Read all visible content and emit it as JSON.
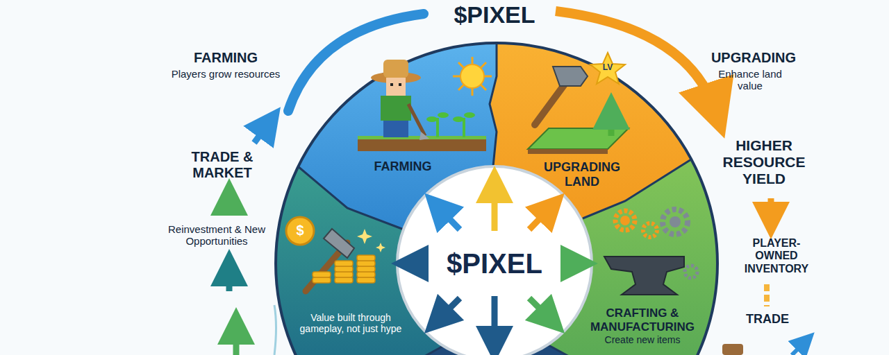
{
  "diagram": {
    "title": "$PIXEL",
    "nodes": [
      {
        "text": [
          "FARMING"
        ]
      },
      {
        "text": [
          "UPGRADING LAND"
        ]
      },
      {
        "text": [
          "CRAFTING & MANUFACTURING",
          "Create new items"
        ]
      },
      {
        "text": [
          "Value built through gameplay, not just hype"
        ]
      },
      {
        "text": [
          "$PIXEL"
        ]
      }
    ],
    "labels": [
      "FARMING",
      "Players grow resources",
      "TRADE & MARKET",
      "Reinvestment & New Opportunities",
      "UPGRADING",
      "Enhance land value",
      "HIGHER RESOURCE YIELD",
      "PLAYER-OWNED INVENTORY",
      "TRADE",
      "LV",
      "$"
    ]
  }
}
